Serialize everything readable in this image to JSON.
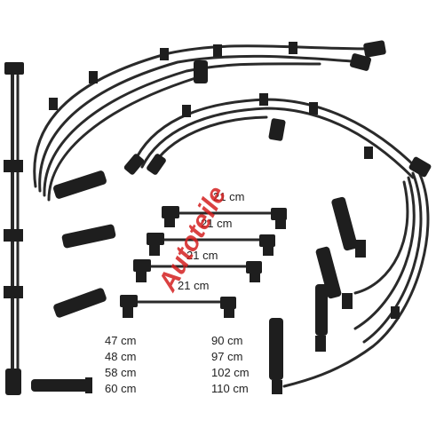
{
  "short_cable_labels": [
    "21 cm",
    "21 cm",
    "21 cm",
    "21 cm"
  ],
  "lengths_left": [
    "47 cm",
    "48 cm",
    "58 cm",
    "60 cm"
  ],
  "lengths_right": [
    "90 cm",
    "97 cm",
    "102 cm",
    "110 cm"
  ],
  "watermark": {
    "text": "Autoteile",
    "color": "#d42020"
  },
  "colors": {
    "cable": "#2a2a2a",
    "background": "#ffffff"
  }
}
